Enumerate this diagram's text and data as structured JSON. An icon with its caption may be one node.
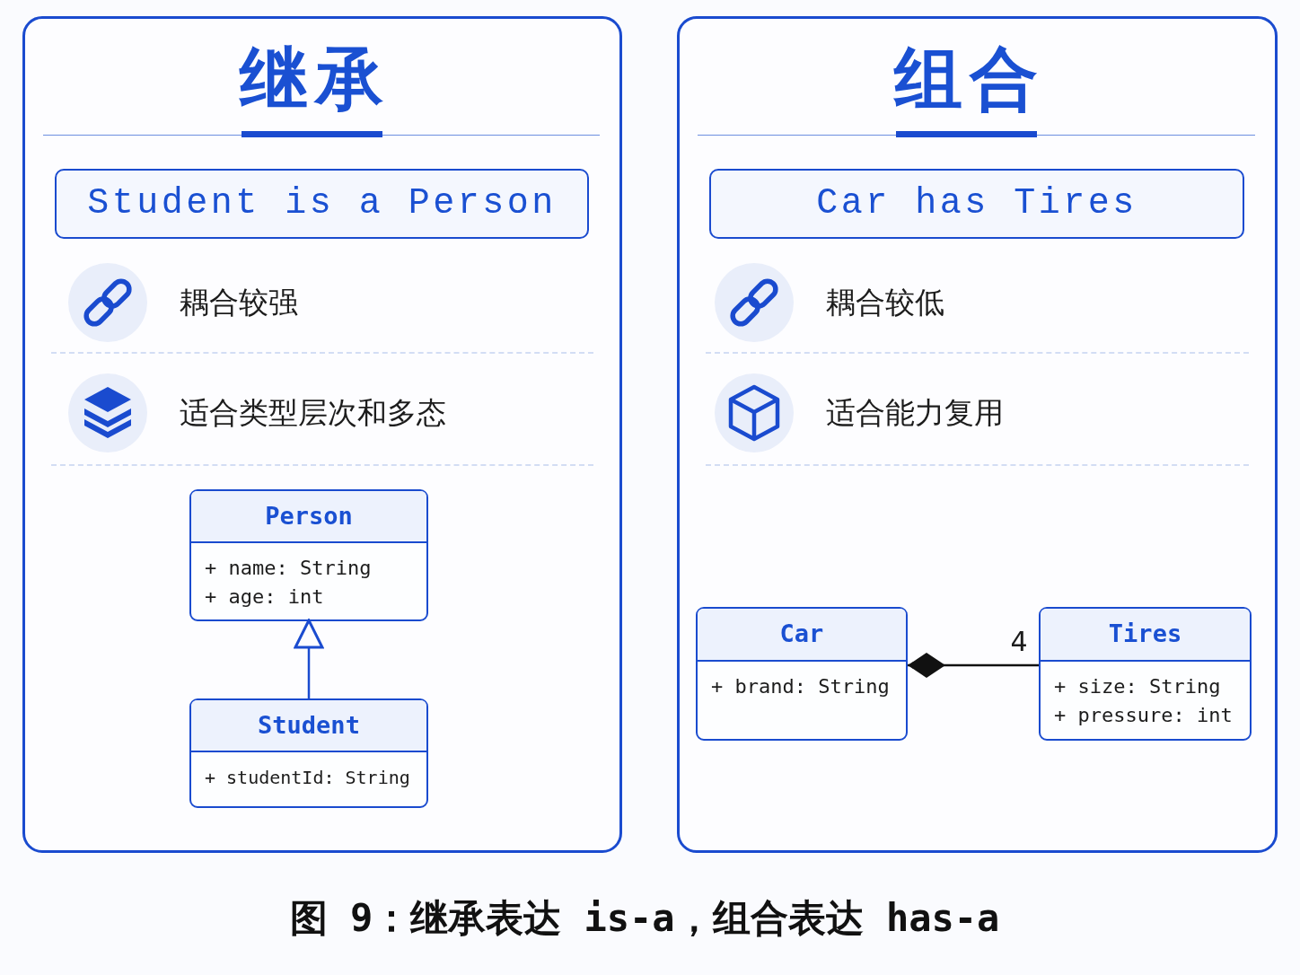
{
  "diagram": {
    "caption": "图 9：继承表达 is-a，组合表达 has-a",
    "nodes": [
      {
        "text": [
          "继承"
        ]
      },
      {
        "text": [
          "Student is a Person"
        ],
        "in": 0
      },
      {
        "text": [
          "Person",
          "+ name: String",
          "+ age: int"
        ],
        "in": 0
      },
      {
        "text": [
          "Student",
          "+ studentId: String"
        ],
        "in": 0
      },
      {
        "text": [
          "组合"
        ]
      },
      {
        "text": [
          "Car has Tires"
        ],
        "in": 4
      },
      {
        "text": [
          "Car",
          "+ brand: String"
        ],
        "in": 4
      },
      {
        "text": [
          "Tires",
          "+ size: String",
          "+ pressure: int"
        ],
        "in": 4
      }
    ],
    "edges": [
      {
        "from": 3,
        "to": 2,
        "arrow": "to"
      },
      {
        "from": 6,
        "to": 7,
        "arrow": "other",
        "label": "4",
        "color": "#111111"
      }
    ],
    "labels": [
      "耦合较强",
      "适合类型层次和多态",
      "耦合较低",
      "适合能力复用"
    ]
  }
}
